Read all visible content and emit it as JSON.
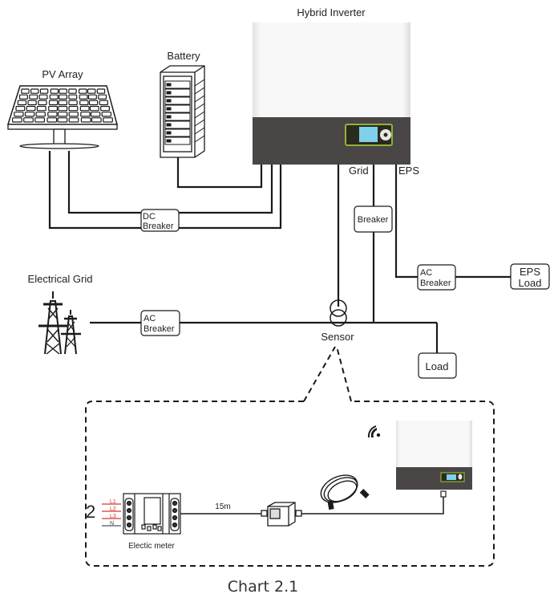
{
  "diagram": {
    "caption": "Chart 2.1",
    "components": {
      "inverter": "Hybrid Inverter",
      "pv_array": "PV Array",
      "battery": "Battery",
      "electrical_grid": "Electrical Grid",
      "sensor": "Sensor",
      "load": "Load",
      "eps_load_line1": "EPS",
      "eps_load_line2": "Load"
    },
    "ports": {
      "grid": "Grid",
      "eps": "EPS"
    },
    "breakers": {
      "dc_line1": "DC",
      "dc_line2": "Breaker",
      "grid_breaker": "Breaker",
      "ac_eps_line1": "AC",
      "ac_eps_line2": "Breaker",
      "ac_grid_line1": "AC",
      "ac_grid_line2": "Breaker"
    },
    "detail": {
      "phase_count": "2",
      "phases": [
        "L1",
        "L2",
        "L3",
        "N"
      ],
      "meter_label": "Electic meter",
      "cable_length": "15m"
    },
    "colors": {
      "line": "#1a1a1a",
      "inverter_dark": "#4a4645",
      "inverter_light": "#f4f4f4",
      "display": "#7fd0ea",
      "display_frame": "#8fb33a",
      "phase_red": "#d9352b"
    }
  }
}
